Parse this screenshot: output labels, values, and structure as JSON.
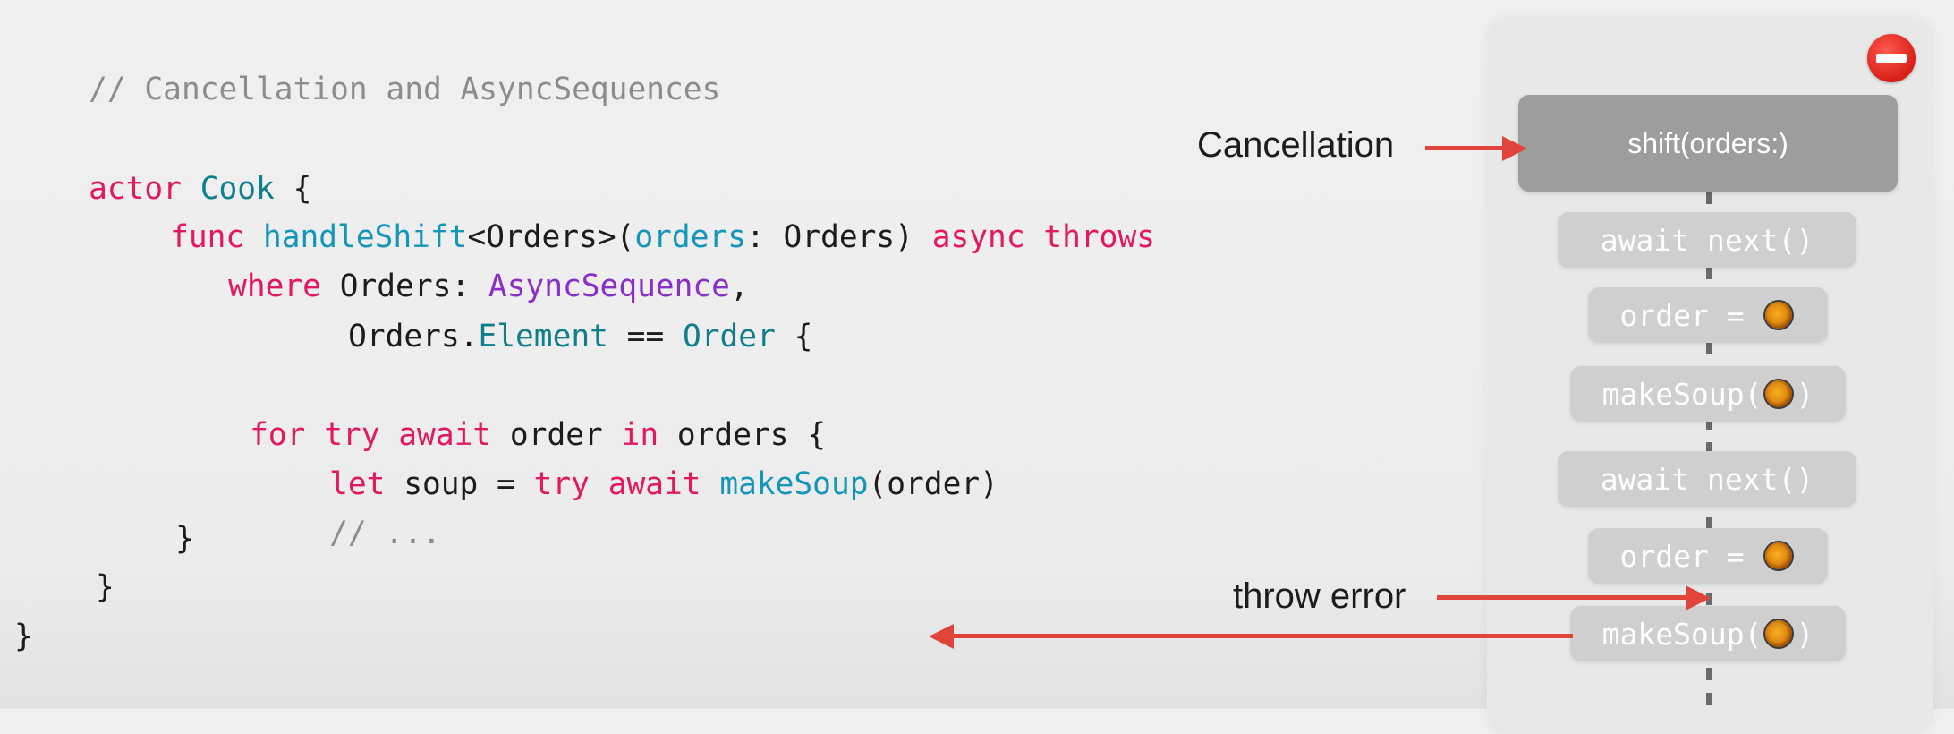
{
  "code": {
    "comment_header": "// Cancellation and AsyncSequences",
    "line_actor": {
      "kw": "actor",
      "type": "Cook",
      "rest": " {"
    },
    "line_func": {
      "kw": "func",
      "fn": "handleShift",
      "generic": "<Orders>(",
      "param": "orders",
      "param_type": ": Orders)",
      "kw_async": "async",
      "kw_throws": "throws"
    },
    "line_where": {
      "kw": "where",
      "type_lhs": "Orders:",
      "proto": "AsyncSequence",
      "rest": ","
    },
    "line_element": {
      "lhs": "Orders.",
      "member": "Element",
      "op": " == ",
      "type": "Order",
      "rest": " {"
    },
    "line_for": {
      "kw_for": "for",
      "kw_try": "try",
      "kw_await": "await",
      "var": "order",
      "kw_in": "in",
      "seq": "orders {"
    },
    "line_let": {
      "kw_let": "let",
      "var": "soup = ",
      "kw_try": "try",
      "kw_await": "await",
      "fn": "makeSoup",
      "args": "(order)"
    },
    "line_ellipsis": "// ...",
    "close_inner": "}",
    "close_mid": "}",
    "close_outer": "}"
  },
  "diagram": {
    "shift_label": "shift(orders:)",
    "steps": [
      {
        "text": "await next()"
      },
      {
        "text": "order = ",
        "bowl": true
      },
      {
        "text": "makeSoup(",
        "bowl": true,
        "suffix": ")"
      },
      {
        "text": "await next()"
      },
      {
        "text": "order = ",
        "bowl": true
      },
      {
        "text": "makeSoup(",
        "bowl": true,
        "suffix": ")"
      }
    ],
    "cancellation_label": "Cancellation",
    "throw_label": "throw error",
    "cancel_icon": "stop-sign-icon",
    "arrow_color": "#e0443a"
  }
}
